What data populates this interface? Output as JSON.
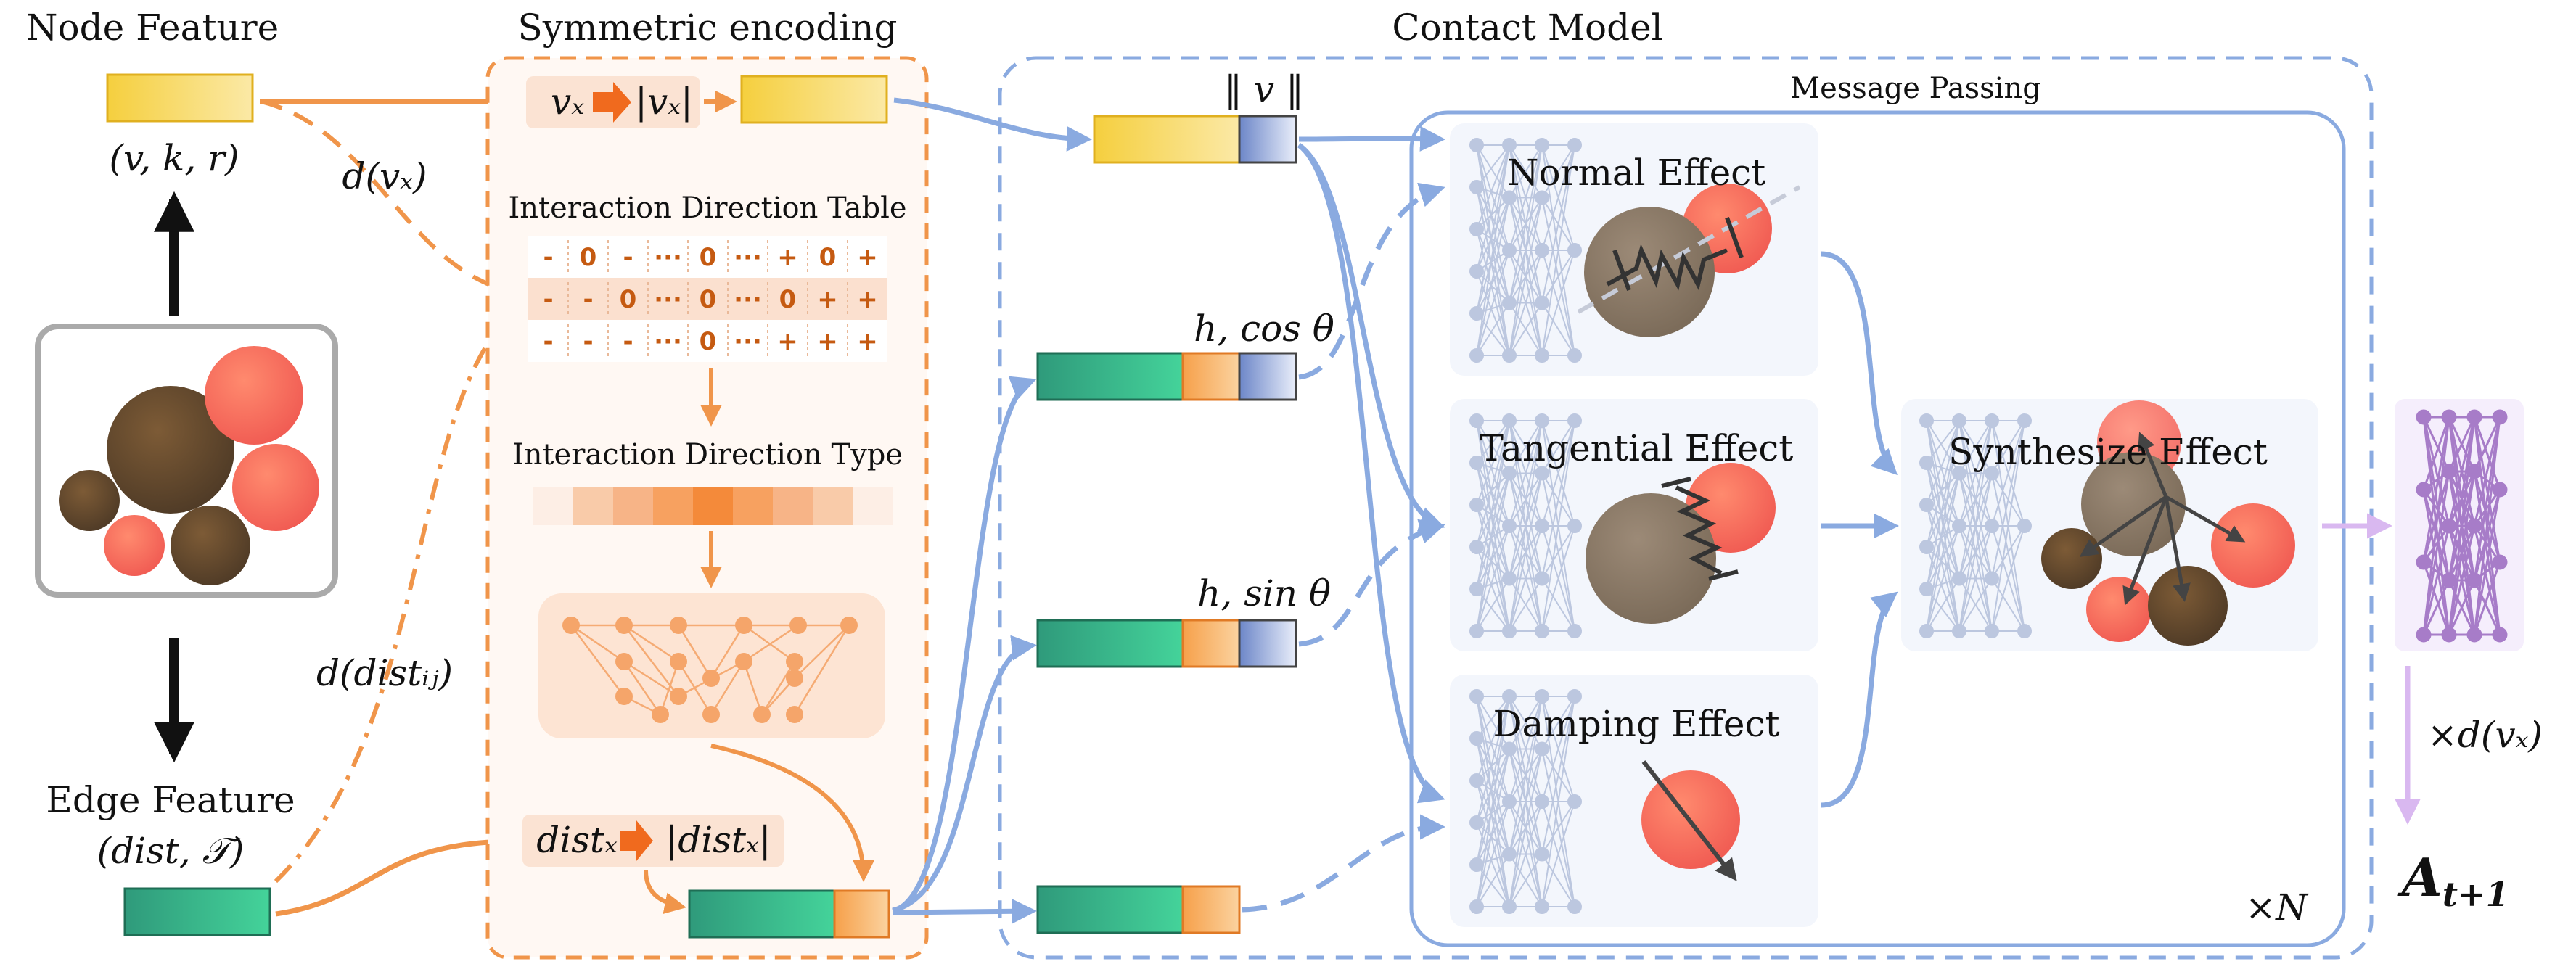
{
  "labels": {
    "node_feature": "Node Feature",
    "node_feature_vars": "(v, k, r)",
    "edge_feature": "Edge Feature",
    "edge_feature_vars": "(dist, 𝒯)",
    "d_vx": "d(vₓ)",
    "d_dist": "d(distᵢⱼ)",
    "symmetric_encoding": "Symmetric encoding",
    "vx_expr_a": "vₓ",
    "vx_expr_b": "|vₓ|",
    "interaction_direction_table": "Interaction Direction Table",
    "interaction_direction_type": "Interaction Direction Type",
    "dist_expr_a": "distₓ",
    "dist_expr_b": "|distₓ|",
    "contact_model": "Contact Model",
    "message_passing": "Message Passing",
    "norm_v": "‖ v ‖",
    "h_cos": "h, cos θ",
    "h_sin": "h, sin θ",
    "normal_effect": "Normal Effect",
    "tangential_effect": "Tangential Effect",
    "damping_effect": "Damping Effect",
    "synthesize_effect": "Synthesize Effect",
    "times_n": "×N",
    "times_d_vx": "×d(vₓ)",
    "output": "A",
    "output_sub": "t+1"
  },
  "direction_table": [
    [
      "-",
      "0",
      "-",
      "···",
      "0",
      "···",
      "+",
      "0",
      "+"
    ],
    [
      "-",
      "-",
      "0",
      "···",
      "0",
      "···",
      "0",
      "+",
      "+"
    ],
    [
      "-",
      "-",
      "-",
      "···",
      "0",
      "···",
      "+",
      "+",
      "+"
    ]
  ],
  "colors": {
    "orange": "#f0954a",
    "blue": "#8aaae0",
    "yellow": "#f7d560",
    "teal": "#3aab84",
    "purple": "#d9b8f0",
    "ball_brown": "#6b5035",
    "ball_red": "#f26b5a"
  }
}
